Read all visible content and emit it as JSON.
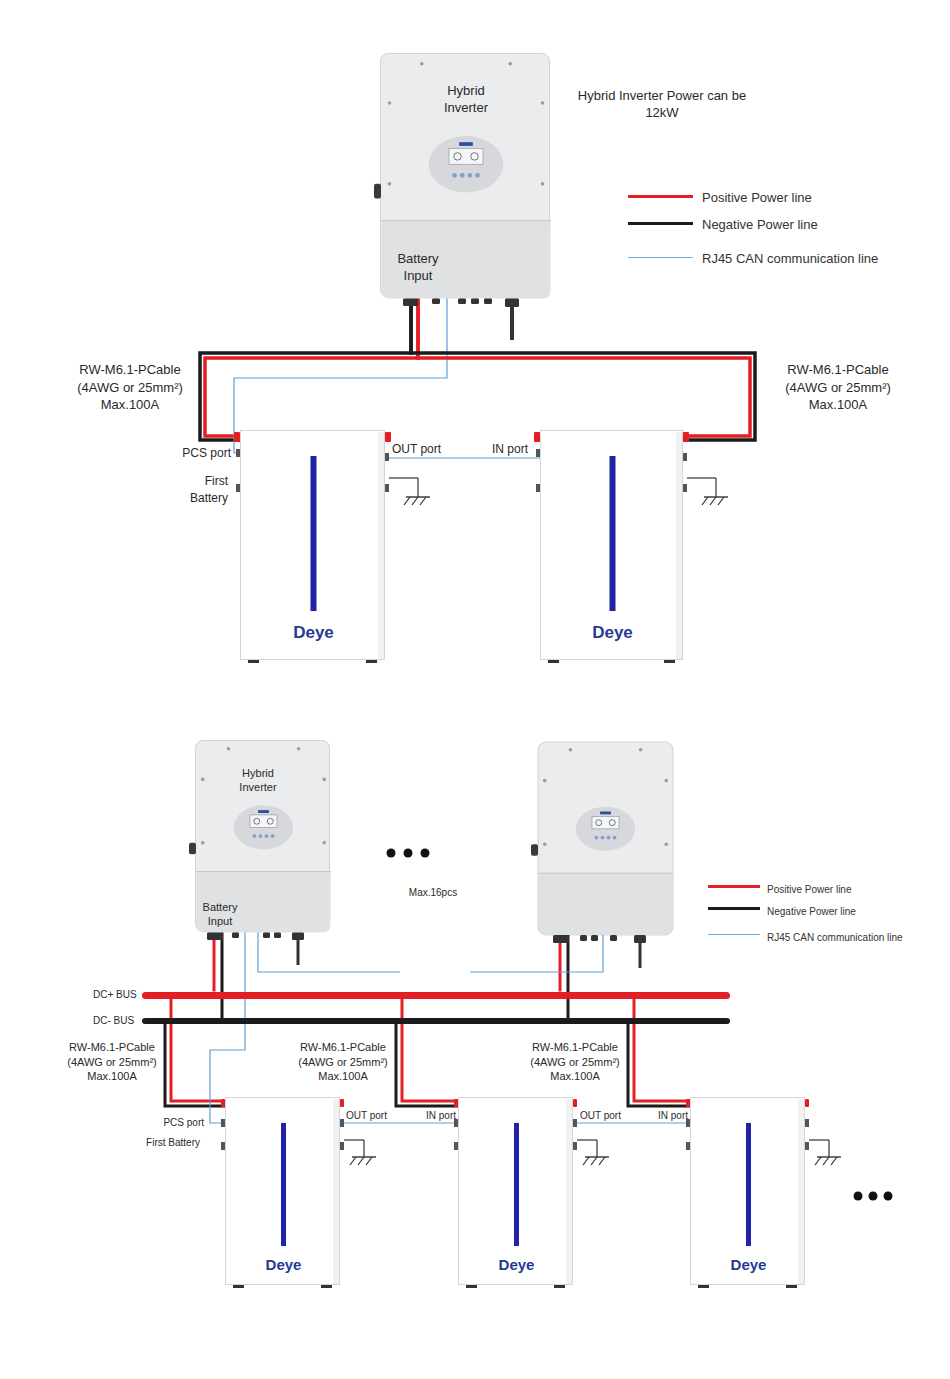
{
  "diagram": {
    "nodes": [
      {
        "text": [
          "Hybrid Inverter",
          "Battery Input"
        ]
      },
      {
        "text": [
          "Deye"
        ]
      },
      {
        "text": [
          "Deye"
        ]
      },
      {
        "text": [
          "Hybrid Inverter",
          "Battery Input"
        ]
      },
      {
        "text": [
          "DC+ BUS"
        ]
      },
      {
        "text": [
          "DC- BUS"
        ]
      },
      {
        "text": [
          "Deye"
        ]
      },
      {
        "text": [
          "Deye"
        ]
      },
      {
        "text": [
          "Deye"
        ]
      }
    ],
    "edges": [
      {
        "from": 0,
        "to": 1,
        "arrow": "none"
      },
      {
        "from": 0,
        "to": 1,
        "arrow": "none"
      },
      {
        "from": 0,
        "to": 1,
        "arrow": "none"
      },
      {
        "from": 0,
        "to": 2,
        "arrow": "none"
      },
      {
        "from": 0,
        "to": 2,
        "arrow": "none"
      },
      {
        "from": 1,
        "to": 2,
        "arrow": "none"
      },
      {
        "from": 3,
        "to": 4,
        "arrow": "none"
      },
      {
        "from": 3,
        "to": 5,
        "arrow": "none"
      },
      {
        "from": 4,
        "to": 6,
        "arrow": "none"
      },
      {
        "from": 5,
        "to": 6,
        "arrow": "none"
      },
      {
        "from": 4,
        "to": 7,
        "arrow": "none"
      },
      {
        "from": 5,
        "to": 7,
        "arrow": "none"
      },
      {
        "from": 4,
        "to": 8,
        "arrow": "none"
      },
      {
        "from": 5,
        "to": 8,
        "arrow": "none"
      },
      {
        "from": 3,
        "to": 6,
        "arrow": "none"
      },
      {
        "from": 6,
        "to": 7,
        "arrow": "none"
      },
      {
        "from": 7,
        "to": 8,
        "arrow": "none"
      }
    ],
    "labels": [
      "Hybrid Inverter Power can be 12kW",
      "RW-M6.1-PCable (4AWG or 25mm²) Max.100A",
      "RW-M6.1-PCable (4AWG or 25mm²) Max.100A",
      "PCS port",
      "OUT port",
      "IN port",
      "First Battery",
      "Max.16pcs",
      "RW-M6.1-PCable (4AWG or 25mm²) Max.100A",
      "RW-M6.1-PCable (4AWG or 25mm²) Max.100A",
      "RW-M6.1-PCable (4AWG or 25mm²) Max.100A",
      "PCS port",
      "OUT port",
      "IN port",
      "OUT port",
      "IN port",
      "First Battery"
    ],
    "legend": [
      {
        "text": "Positive Power line"
      },
      {
        "text": "Negative Power line"
      },
      {
        "text": "RJ45 CAN communication line"
      },
      {
        "text": "Positive Power line"
      },
      {
        "text": "Negative Power line"
      },
      {
        "text": "RJ45 CAN communication line"
      }
    ]
  }
}
